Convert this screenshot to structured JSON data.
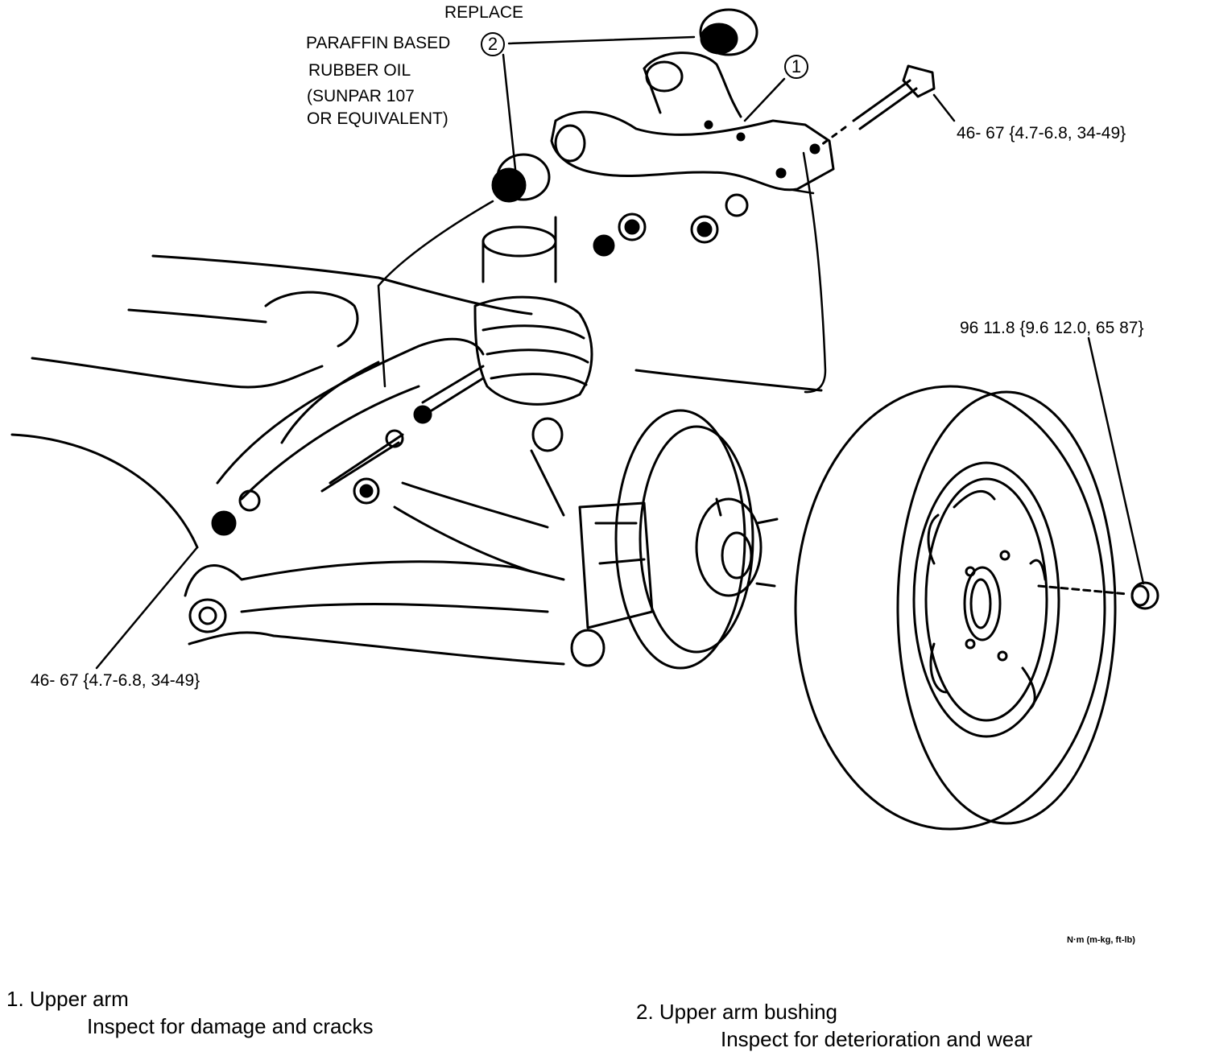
{
  "callouts": {
    "replace": "REPLACE",
    "lube_line1": "PARAFFIN BASED",
    "lube_line2": "RUBBER OIL",
    "lube_line3": "(SUNPAR 107",
    "lube_line4": "OR EQUIVALENT)",
    "num_1": "1",
    "num_2": "2",
    "torque_top_right": "46- 67 {4.7-6.8, 34-49}",
    "torque_lower_left": "46- 67 {4.7-6.8, 34-49}",
    "torque_wheel_nut": "96 11.8 {9.6 12.0, 65 87}",
    "units": "N·m (m-kg, ft-lb)"
  },
  "legend": {
    "item1_title": "1. Upper arm",
    "item1_note": "Inspect for damage and cracks",
    "item2_title": "2. Upper arm bushing",
    "item2_note": "Inspect for deterioration and  wear"
  }
}
